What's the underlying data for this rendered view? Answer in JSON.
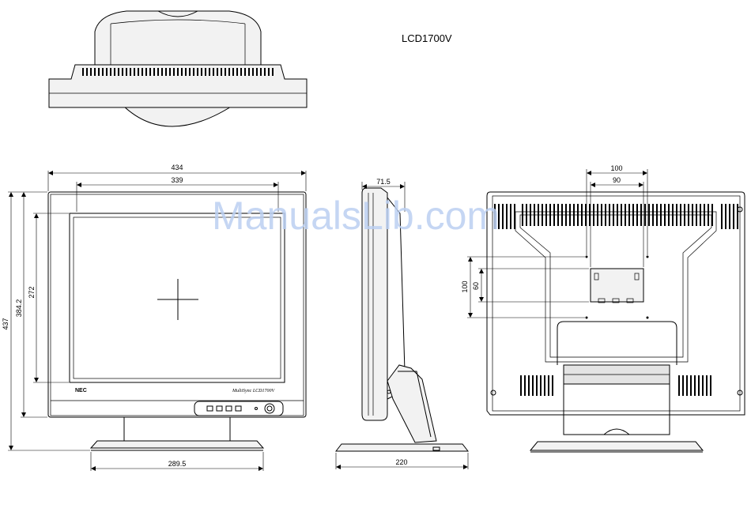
{
  "title": "LCD1700V",
  "watermark": "ManualsLib.com",
  "brand": "NEC",
  "model": "MultiSync LCD1700V",
  "dimensions": {
    "front_width": "434",
    "screen_width": "339",
    "total_height": "437",
    "body_height": "384.2",
    "screen_height": "272",
    "base_width": "289.5",
    "depth": "71.5",
    "base_depth": "220",
    "vesa_outer_h": "100",
    "vesa_inner_h": "90",
    "vesa_outer_v": "100",
    "vesa_inner_v": "60"
  }
}
